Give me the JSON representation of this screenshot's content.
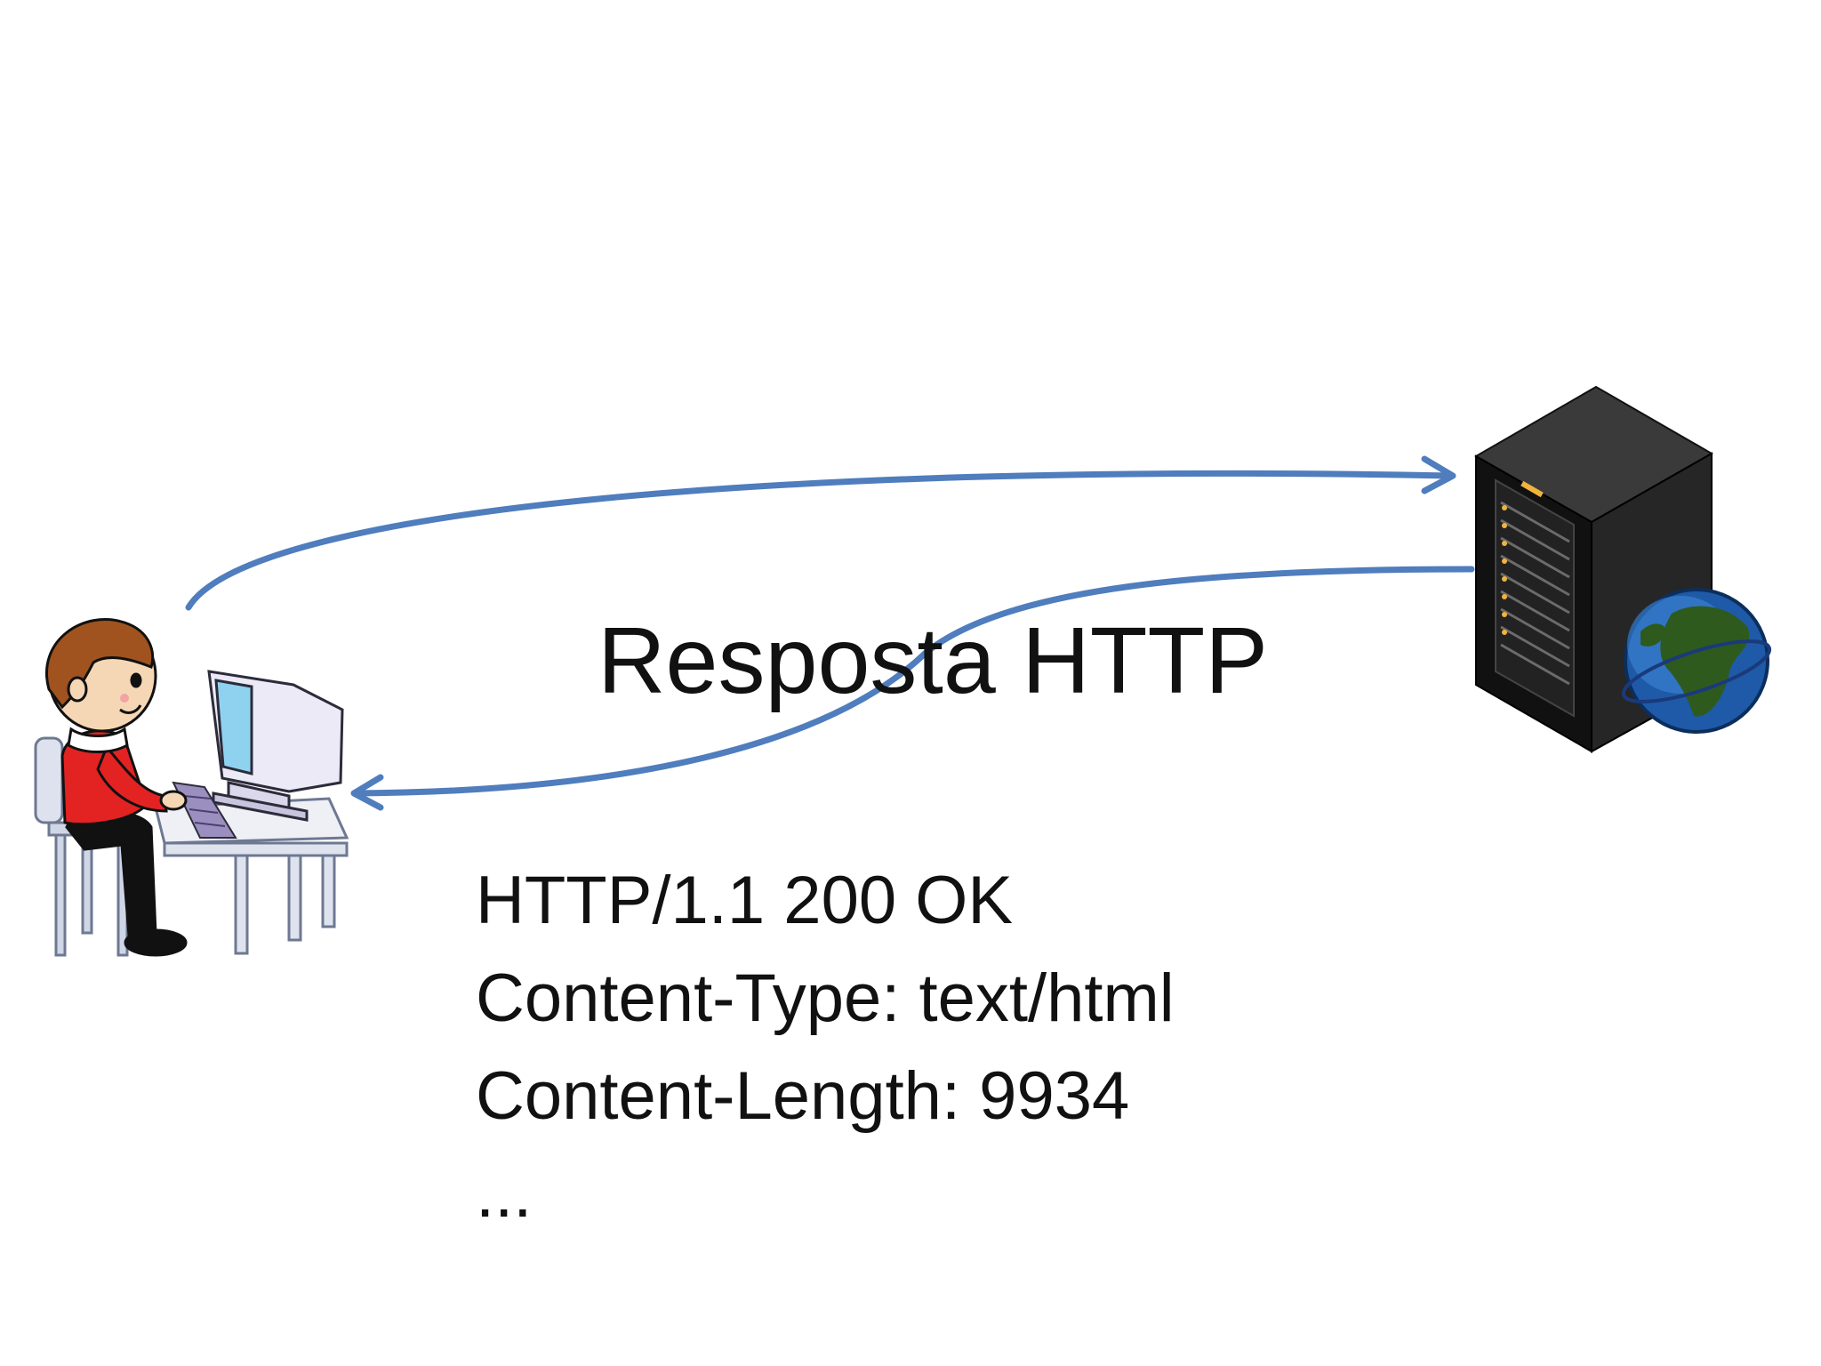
{
  "slide": {
    "title": "Resposta HTTP",
    "response_lines": [
      "HTTP/1.1 200 OK",
      "Content-Type: text/html",
      "Content-Length: 9934",
      "..."
    ]
  },
  "figures": {
    "client_icon": "person-at-computer-icon",
    "server_icon": "web-server-globe-icon"
  },
  "colors": {
    "arrow": "#4f7dbd",
    "text": "#111111",
    "background": "#ffffff"
  }
}
